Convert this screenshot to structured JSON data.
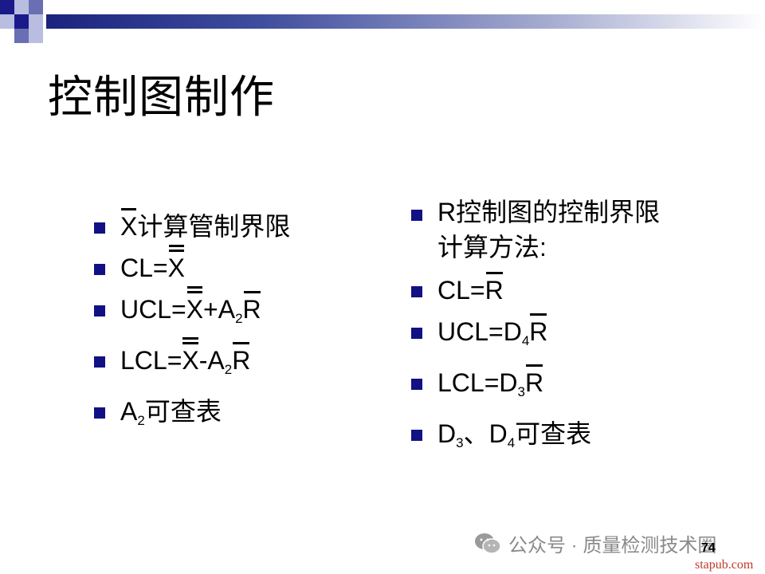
{
  "slide": {
    "title": "控制图制作",
    "left_items": [
      {
        "text": "X计算管制界限"
      },
      {
        "text": "CL=X"
      },
      {
        "text": "UCL=X+A2R"
      },
      {
        "text": "LCL=X-A2R"
      },
      {
        "text": "A2可查表"
      }
    ],
    "right_items": [
      {
        "text": "R控制图的控制界限计算方法:"
      },
      {
        "text": "CL=R"
      },
      {
        "text": "UCL=D4R"
      },
      {
        "text": "LCL=D3R"
      },
      {
        "text": "D3、D4可查表"
      }
    ],
    "page_number": "74"
  },
  "watermark": {
    "text": "公众号 · 质量检测技术圈",
    "site": "stapub.com"
  },
  "colors": {
    "bullet": "#111184",
    "bar_start": "#1a237e",
    "site_text": "#c0392b"
  }
}
